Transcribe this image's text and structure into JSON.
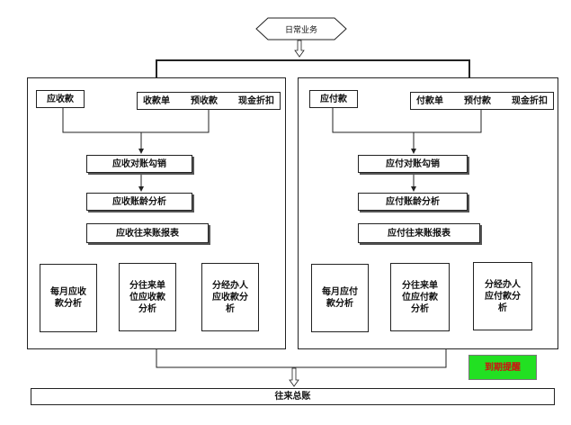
{
  "top": {
    "label": "日常业务"
  },
  "receivable": {
    "source_label": "应收款",
    "docs": [
      "收款单",
      "预收款",
      "现金折扣"
    ],
    "verify": "应收对账勾销",
    "aging": "应收账龄分析",
    "report": "应收往来账报表",
    "analysis": [
      "每月应收\n款分析",
      "分往来单\n位应收款\n分析",
      "分经办人\n应收款分\n析"
    ]
  },
  "payable": {
    "source_label": "应付款",
    "docs": [
      "付款单",
      "预付款",
      "现金折扣"
    ],
    "verify": "应付对账勾销",
    "aging": "应付账龄分析",
    "report": "应付往来账报表",
    "analysis": [
      "每月应付\n款分析",
      "分往来单\n位应付款\n分析",
      "分经办人\n应付款分\n析"
    ]
  },
  "alert": {
    "label": "到期提醒"
  },
  "ledger": {
    "label": "往来总账"
  },
  "colors": {
    "alert_bg": "#22e022",
    "alert_text": "#d01010",
    "line": "#222222"
  }
}
